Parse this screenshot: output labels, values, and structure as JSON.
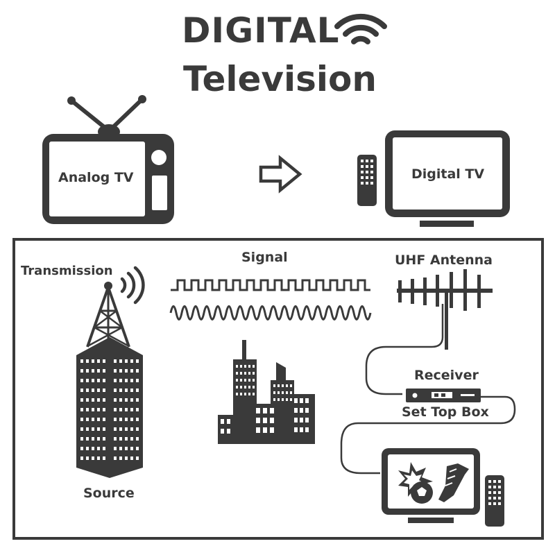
{
  "title": {
    "line1": "DIGITAL",
    "line2": "Television"
  },
  "top": {
    "analog_label": "Analog TV",
    "digital_label": "Digital TV"
  },
  "panel": {
    "transmission_label": "Transmission",
    "source_label": "Source",
    "signal_label": "Signal",
    "antenna_label": "UHF Antenna",
    "receiver_label": "Receiver",
    "set_top_box_label": "Set Top Box"
  },
  "colors": {
    "ink": "#3a3a3a",
    "background": "#ffffff"
  },
  "icons": [
    "wifi-icon",
    "analog-tv-icon",
    "arrow-right-icon",
    "remote-icon",
    "digital-tv-icon",
    "broadcast-tower-icon",
    "office-building-icon",
    "city-skyline-icon",
    "uhf-antenna-icon",
    "set-top-box-icon",
    "sports-tv-icon"
  ]
}
